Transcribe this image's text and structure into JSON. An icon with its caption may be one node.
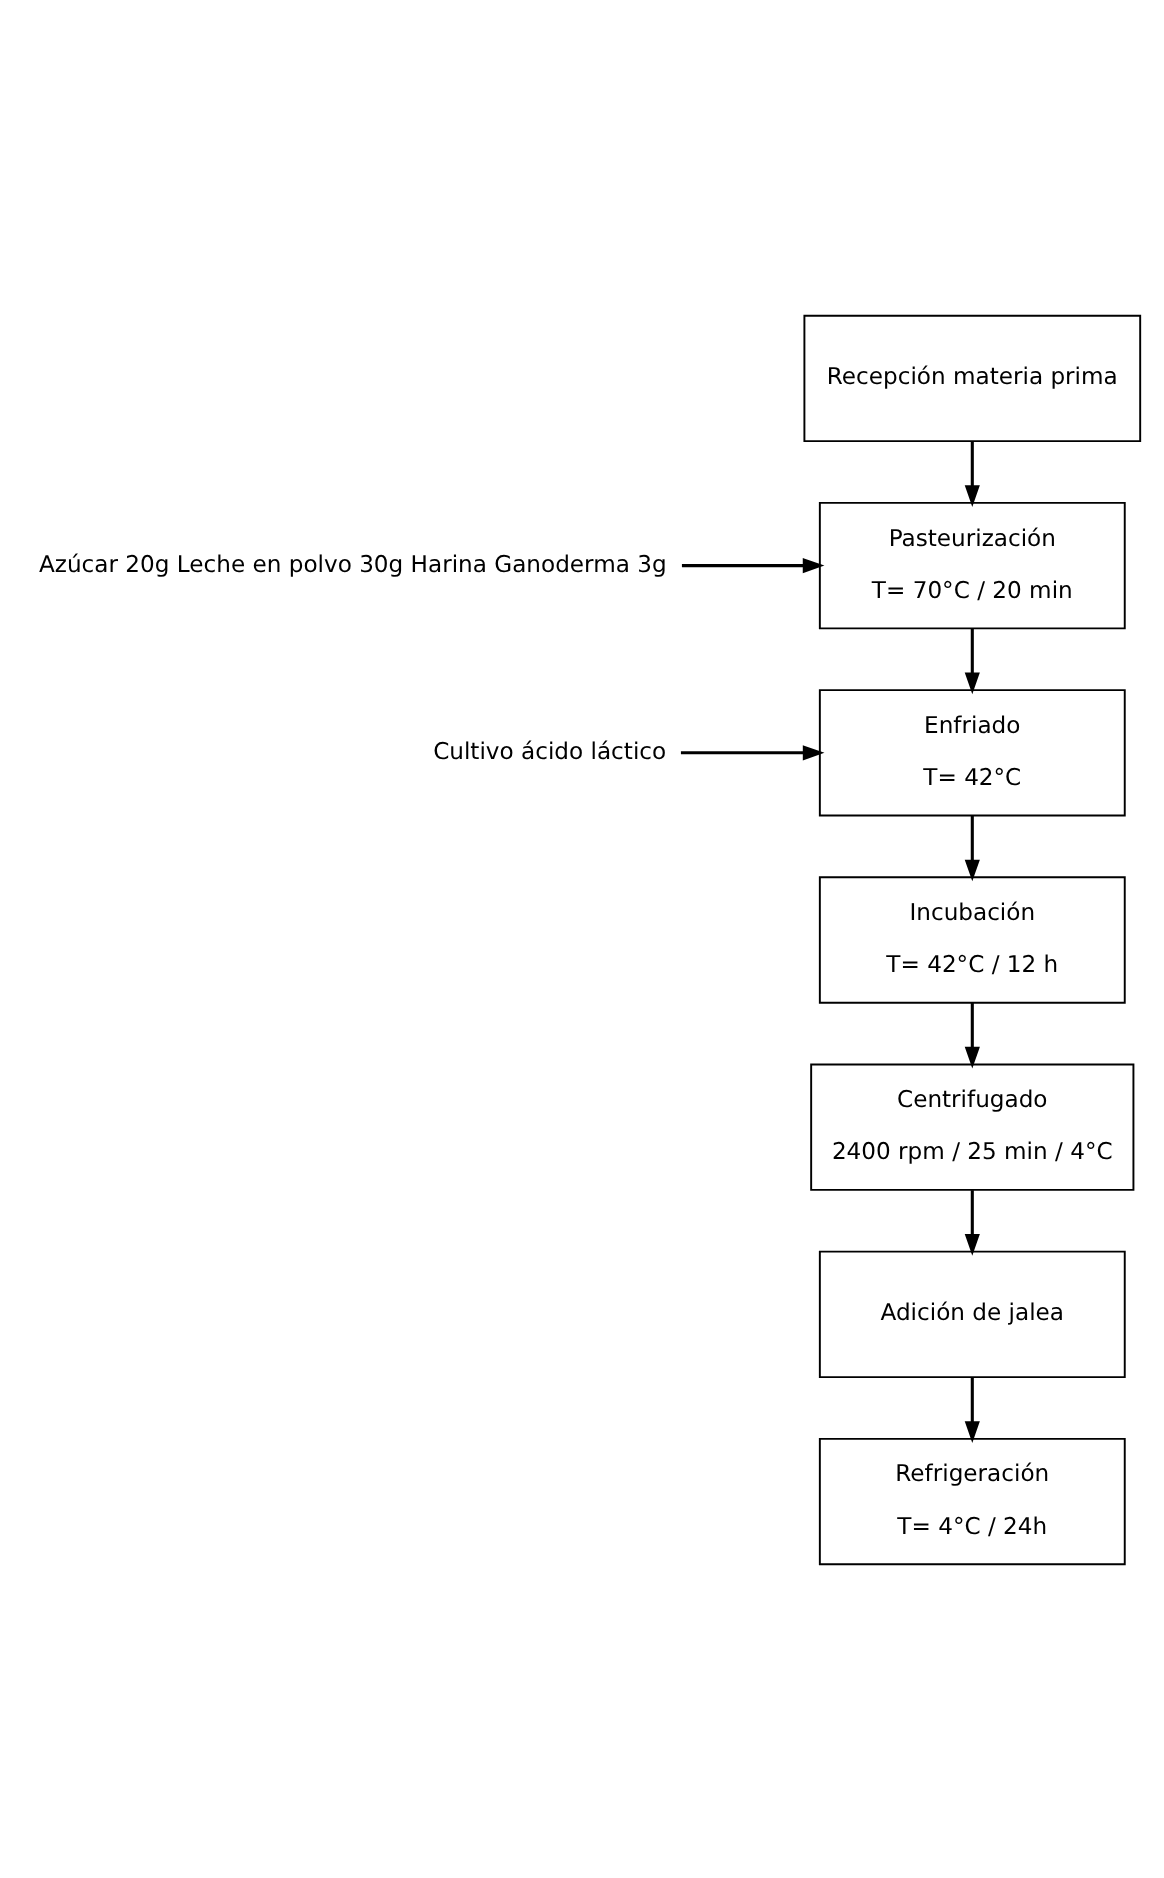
{
  "diagram": {
    "nodes": [
      {
        "text": [
          "Recepción materia prima"
        ]
      },
      {
        "text": [
          "Azúcar 20g Leche en polvo 30g Harina Ganoderma 3g"
        ]
      },
      {
        "text": [
          "Pasteurización",
          "T= 70°C / 20 min"
        ]
      },
      {
        "text": [
          "Cultivo ácido láctico"
        ]
      },
      {
        "text": [
          "Enfriado",
          "T= 42°C"
        ]
      },
      {
        "text": [
          "Incubación",
          "T= 42°C / 12 h"
        ]
      },
      {
        "text": [
          "Centrifugado",
          "2400 rpm / 25 min / 4°C"
        ]
      },
      {
        "text": [
          "Adición de jalea"
        ]
      },
      {
        "text": [
          "Refrigeración",
          "T= 4°C / 24h"
        ]
      }
    ],
    "edges": [
      {
        "from": 0,
        "to": 2,
        "arrow": "to"
      },
      {
        "from": 1,
        "to": 2,
        "arrow": "to"
      },
      {
        "from": 2,
        "to": 4,
        "arrow": "to"
      },
      {
        "from": 3,
        "to": 4,
        "arrow": "to"
      },
      {
        "from": 4,
        "to": 5,
        "arrow": "to"
      },
      {
        "from": 5,
        "to": 6,
        "arrow": "to"
      },
      {
        "from": 6,
        "to": 7,
        "arrow": "to"
      },
      {
        "from": 7,
        "to": 8,
        "arrow": "to"
      }
    ]
  }
}
